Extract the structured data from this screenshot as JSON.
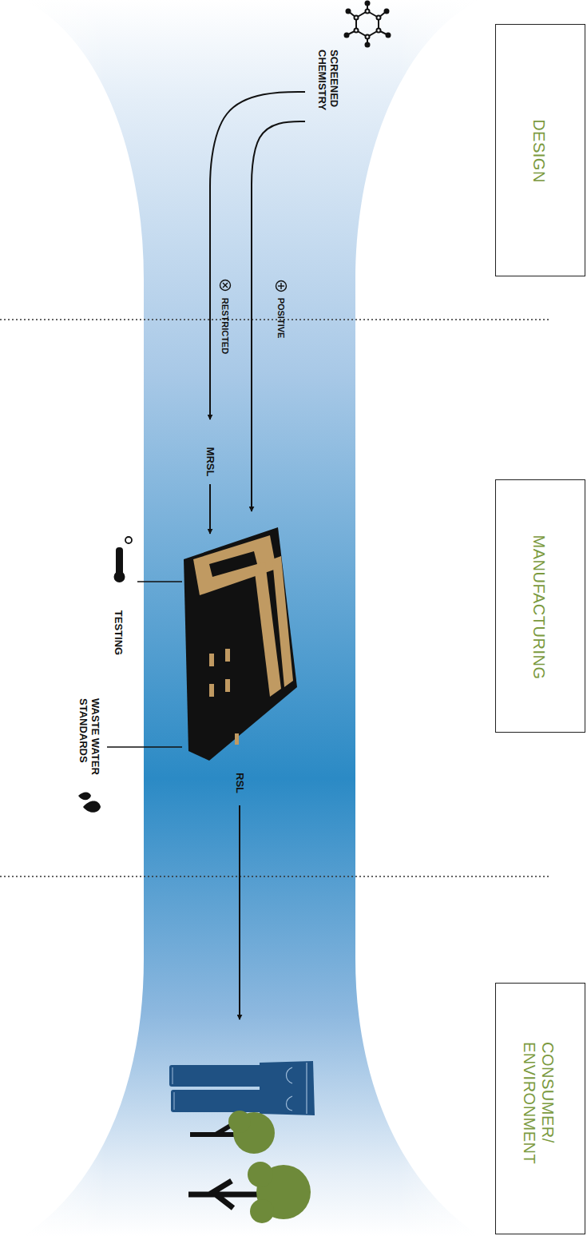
{
  "diagram": {
    "nodes": [
      {
        "text": [
          "DESIGN"
        ]
      },
      {
        "text": [
          "MANUFACTURING"
        ]
      },
      {
        "text": [
          "CONSUMER/ ENVIRONMENT"
        ]
      }
    ],
    "labels": [
      "SCREENED CHEMISTRY",
      "POSITIVE",
      "RESTRICTED",
      "MRSL",
      "TESTING",
      "WASTE WATER STANDARDS",
      "RSL"
    ]
  }
}
